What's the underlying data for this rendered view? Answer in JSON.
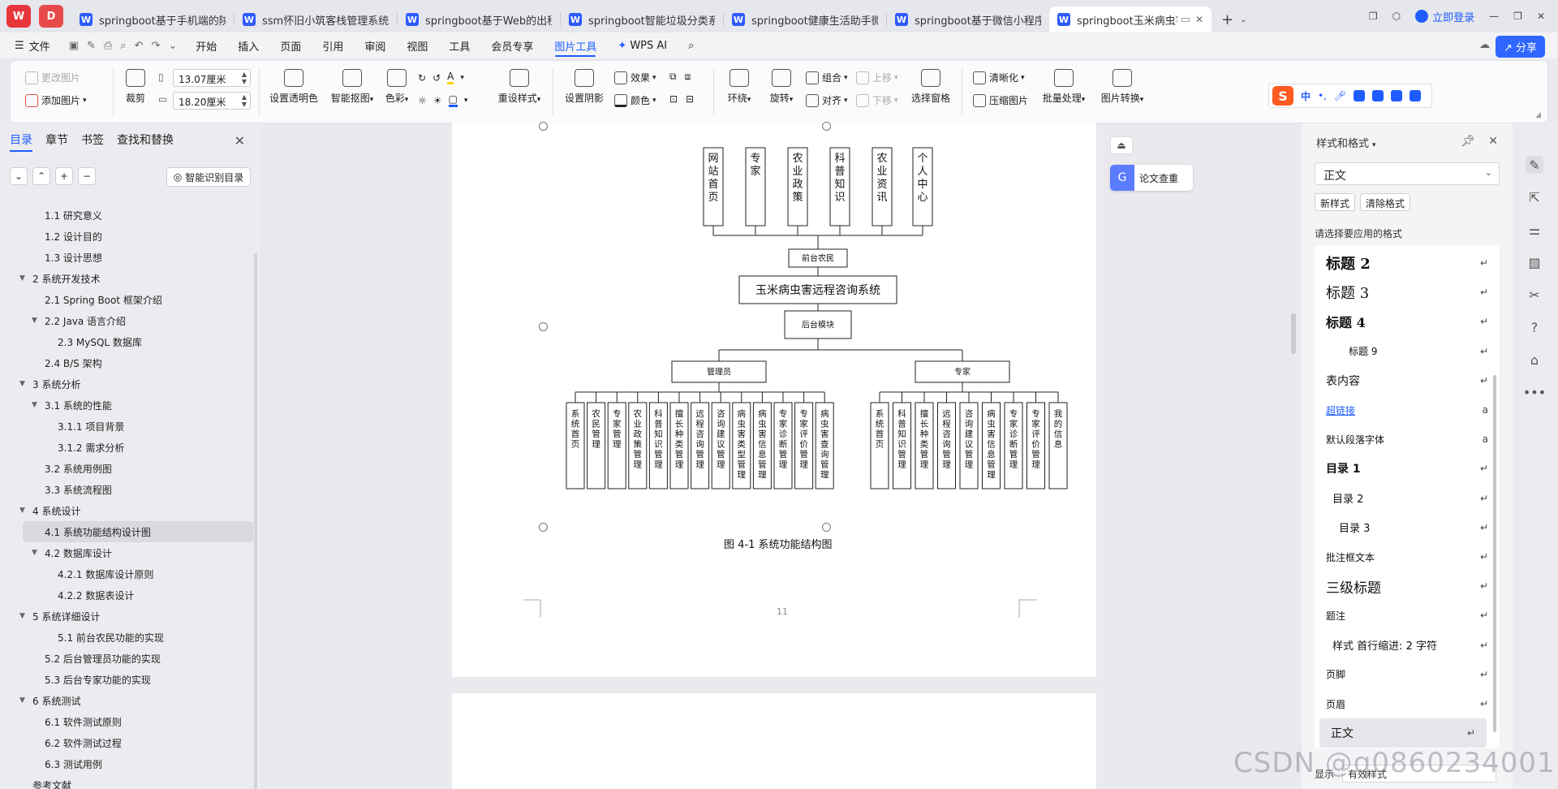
{
  "tabs": {
    "items": [
      "springboot基于手机端的陕西",
      "ssm怀旧小筑客栈管理系统.dc",
      "springboot基于Web的出租车",
      "springboot智能垃圾分类系统",
      "springboot健康生活助手微信",
      "springboot基于微信小程序的",
      "springboot玉米病虫害"
    ],
    "new_tab": "+",
    "login": "立即登录"
  },
  "menu": {
    "file": "文件",
    "items": [
      "开始",
      "插入",
      "页面",
      "引用",
      "审阅",
      "视图",
      "工具",
      "会员专享",
      "图片工具",
      "WPS AI"
    ],
    "share": "分享"
  },
  "ribbon": {
    "change_pic": "更改图片",
    "add_pic": "添加图片",
    "crop": "裁剪",
    "width": "13.07厘米",
    "height": "18.20厘米",
    "set_transparent": "设置透明色",
    "smart_cutout": "智能抠图",
    "color": "色彩",
    "reset_style": "重设样式",
    "shadow": "设置阴影",
    "effect": "效果",
    "fill_color": "颜色",
    "wrap": "环绕",
    "rotate": "旋转",
    "group": "组合",
    "align": "对齐",
    "up": "上移",
    "down": "下移",
    "select_pane": "选择窗格",
    "sharpen": "清晰化",
    "compress": "压缩图片",
    "batch": "批量处理",
    "convert": "图片转换",
    "ime_cn": "中"
  },
  "nav": {
    "tabs": [
      "目录",
      "章节",
      "书签",
      "查找和替换"
    ],
    "smart_btn": "智能识别目录",
    "toc": [
      {
        "text": "1.1 研究意义",
        "level": 2,
        "arrow": ""
      },
      {
        "text": "1.2 设计目的",
        "level": 2,
        "arrow": ""
      },
      {
        "text": "1.3 设计思想",
        "level": 2,
        "arrow": ""
      },
      {
        "text": "2 系统开发技术",
        "level": 1,
        "arrow": "▼"
      },
      {
        "text": "2.1 Spring Boot 框架介绍",
        "level": 2,
        "arrow": ""
      },
      {
        "text": "2.2 Java 语言介绍",
        "level": 2,
        "arrow": "▼"
      },
      {
        "text": "2.3 MySQL 数据库",
        "level": 3,
        "arrow": ""
      },
      {
        "text": "2.4 B/S 架构",
        "level": 2,
        "arrow": ""
      },
      {
        "text": "3 系统分析",
        "level": 1,
        "arrow": "▼"
      },
      {
        "text": "3.1 系统的性能",
        "level": 2,
        "arrow": "▼"
      },
      {
        "text": "3.1.1 项目背景",
        "level": 3,
        "arrow": ""
      },
      {
        "text": "3.1.2 需求分析",
        "level": 3,
        "arrow": ""
      },
      {
        "text": "3.2 系统用例图",
        "level": 2,
        "arrow": ""
      },
      {
        "text": "3.3  系统流程图",
        "level": 2,
        "arrow": ""
      },
      {
        "text": "4  系统设计",
        "level": 1,
        "arrow": "▼"
      },
      {
        "text": "4.1 系统功能结构设计图",
        "level": 2,
        "arrow": "",
        "selected": true
      },
      {
        "text": "4.2 数据库设计",
        "level": 2,
        "arrow": "▼"
      },
      {
        "text": "4.2.1 数据库设计原则",
        "level": 3,
        "arrow": ""
      },
      {
        "text": "4.2.2     数据表设计",
        "level": 3,
        "arrow": ""
      },
      {
        "text": "5 系统详细设计",
        "level": 1,
        "arrow": "▼"
      },
      {
        "text": "5.1 前台农民功能的实现",
        "level": 3,
        "arrow": ""
      },
      {
        "text": "5.2  后台管理员功能的实现",
        "level": 2,
        "arrow": ""
      },
      {
        "text": "5.3 后台专家功能的实现",
        "level": 2,
        "arrow": ""
      },
      {
        "text": "6  系统测试",
        "level": 1,
        "arrow": "▼"
      },
      {
        "text": "6.1 软件测试原则",
        "level": 2,
        "arrow": ""
      },
      {
        "text": "6.2 软件测试过程",
        "level": 2,
        "arrow": ""
      },
      {
        "text": "6.3 测试用例",
        "level": 2,
        "arrow": ""
      },
      {
        "text": "参考文献",
        "level": 1,
        "arrow": ""
      }
    ]
  },
  "document": {
    "diagram": {
      "front_items": [
        "网站首页",
        "专家",
        "农业政策",
        "科普知识",
        "农业资讯",
        "个人中心"
      ],
      "front_module": "前台农民",
      "system": "玉米病虫害远程咨询系统",
      "back_module": "后台模块",
      "admin": "管理员",
      "expert": "专家",
      "admin_items": [
        "系统首页",
        "农民管理",
        "专家管理",
        "农业政策管理",
        "科普知识管理",
        "擅长种类管理",
        "远程咨询管理",
        "咨询建议管理",
        "病虫害类型管理",
        "病虫害信息管理",
        "专家诊断管理",
        "专家评价管理",
        "病虫害查询管理"
      ],
      "expert_items": [
        "系统首页",
        "科普知识管理",
        "擅长种类管理",
        "远程咨询管理",
        "咨询建议管理",
        "病虫害信息管理",
        "专家诊断管理",
        "专家评价管理",
        "我的信息"
      ]
    },
    "caption": "图 4-1 系统功能结构图",
    "page_number": "11",
    "paper_check": "论文查重"
  },
  "styles_pane": {
    "title": "样式和格式",
    "current": "正文",
    "new_style": "新样式",
    "clear_format": "清除格式",
    "hint": "请选择要应用的格式",
    "styles": [
      {
        "name": "标题  2",
        "size": 18,
        "bold": true,
        "serif": true,
        "indent": 0
      },
      {
        "name": "标题  3",
        "size": 18,
        "bold": false,
        "serif": true,
        "indent": 0
      },
      {
        "name": "标题  4",
        "size": 16,
        "bold": true,
        "serif": true,
        "indent": 0
      },
      {
        "name": "标题  9",
        "size": 12,
        "bold": false,
        "serif": false,
        "indent": 28
      },
      {
        "name": "表内容",
        "size": 14,
        "bold": false,
        "serif": false,
        "indent": 0
      },
      {
        "name": "超链接",
        "size": 12,
        "bold": false,
        "serif": false,
        "indent": 0,
        "link": true
      },
      {
        "name": "默认段落字体",
        "size": 12,
        "bold": false,
        "serif": false,
        "indent": 0
      },
      {
        "name": "目录  1",
        "size": 14,
        "bold": true,
        "serif": false,
        "indent": 0
      },
      {
        "name": "目录  2",
        "size": 13,
        "bold": false,
        "serif": false,
        "indent": 8
      },
      {
        "name": "目录  3",
        "size": 13,
        "bold": false,
        "serif": false,
        "indent": 16
      },
      {
        "name": "批注框文本",
        "size": 12,
        "bold": false,
        "serif": false,
        "indent": 0
      },
      {
        "name": "三级标题",
        "size": 17,
        "bold": false,
        "serif": false,
        "indent": 0
      },
      {
        "name": "题注",
        "size": 12,
        "bold": false,
        "serif": false,
        "indent": 0
      },
      {
        "name": "样式  首行缩进:   2 字符",
        "size": 13,
        "bold": false,
        "serif": false,
        "indent": 8
      },
      {
        "name": "页脚",
        "size": 12,
        "bold": false,
        "serif": false,
        "indent": 0
      },
      {
        "name": "页眉",
        "size": 12,
        "bold": false,
        "serif": false,
        "indent": 0
      },
      {
        "name": "正文",
        "size": 14,
        "bold": false,
        "serif": false,
        "indent": 0,
        "selected": true
      }
    ],
    "display_label": "显示",
    "display_value": "有效样式"
  },
  "watermark": "CSDN @q0860234001",
  "colors": {
    "accent": "#1f5cff",
    "wps_red": "#e8363d",
    "word_blue": "#2d5bff"
  }
}
